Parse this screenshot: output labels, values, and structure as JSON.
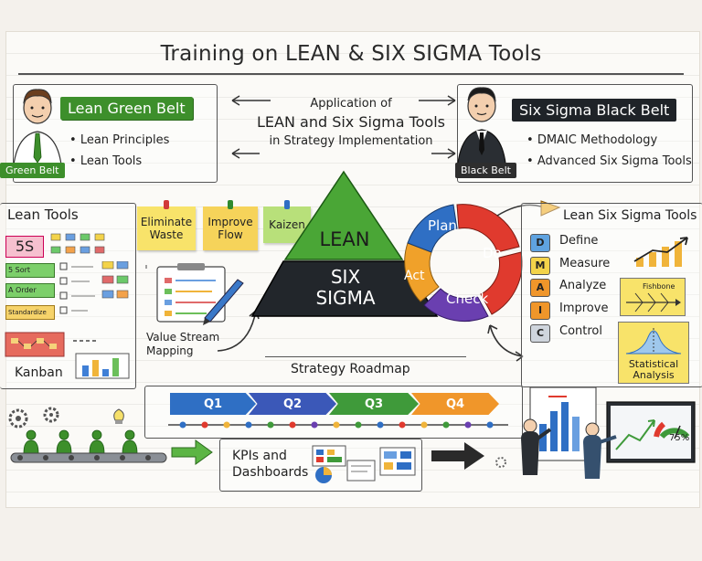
{
  "title": "Training on LEAN & SIX SIGMA Tools",
  "green_belt": {
    "banner": "Lean Green Belt",
    "badge": "Green Belt",
    "bullets": [
      "Lean Principles",
      "Lean Tools"
    ]
  },
  "center_caption": {
    "line1": "Application of",
    "line2": "LEAN and Six Sigma Tools",
    "line3": "in Strategy Implementation"
  },
  "black_belt": {
    "banner": "Six Sigma Black Belt",
    "badge": "Black Belt",
    "bullets": [
      "DMAIC Methodology",
      "Advanced Six Sigma Tools"
    ]
  },
  "lean_tools": {
    "heading": "Lean Tools",
    "five_s": "5S",
    "steps": [
      "5 Sort",
      "A Order",
      "Standardize"
    ],
    "kanban": "Kanban"
  },
  "stickies": {
    "note1": "Eliminate Waste",
    "note2": "Improve Flow",
    "note3": "Kaizen"
  },
  "vsm_label": "Value Stream Mapping",
  "pyramid": {
    "top": "LEAN",
    "bottom_line1": "SIX",
    "bottom_line2": "SIGMA"
  },
  "pdca": {
    "plan": "Plan",
    "do": "Do",
    "check": "Check",
    "act": "Act"
  },
  "six_sigma_tools": {
    "heading": "Lean Six Sigma Tools",
    "letters": [
      "D",
      "M",
      "A",
      "I",
      "C"
    ],
    "steps": [
      "Define",
      "Measure",
      "Analyze",
      "Improve",
      "Control"
    ],
    "fishbone": "Fishbone",
    "stats_line1": "Statistical",
    "stats_line2": "Analysis"
  },
  "roadmap": {
    "heading": "Strategy Roadmap",
    "quarters": [
      "Q1",
      "Q2",
      "Q3",
      "Q4"
    ]
  },
  "kpi": {
    "line1": "KPIs and",
    "line2": "Dashboards"
  },
  "gauge_value": "75%",
  "colors": {
    "green": "#3d8f2b",
    "dark": "#1f2328",
    "plan": "#2f6fc4",
    "do": "#e03a2e",
    "check": "#6a3fb0",
    "act": "#f0a12a",
    "q1": "#2f6fc4",
    "q2": "#3b58b8",
    "q3": "#3f9a3a",
    "q4": "#f0962a"
  }
}
